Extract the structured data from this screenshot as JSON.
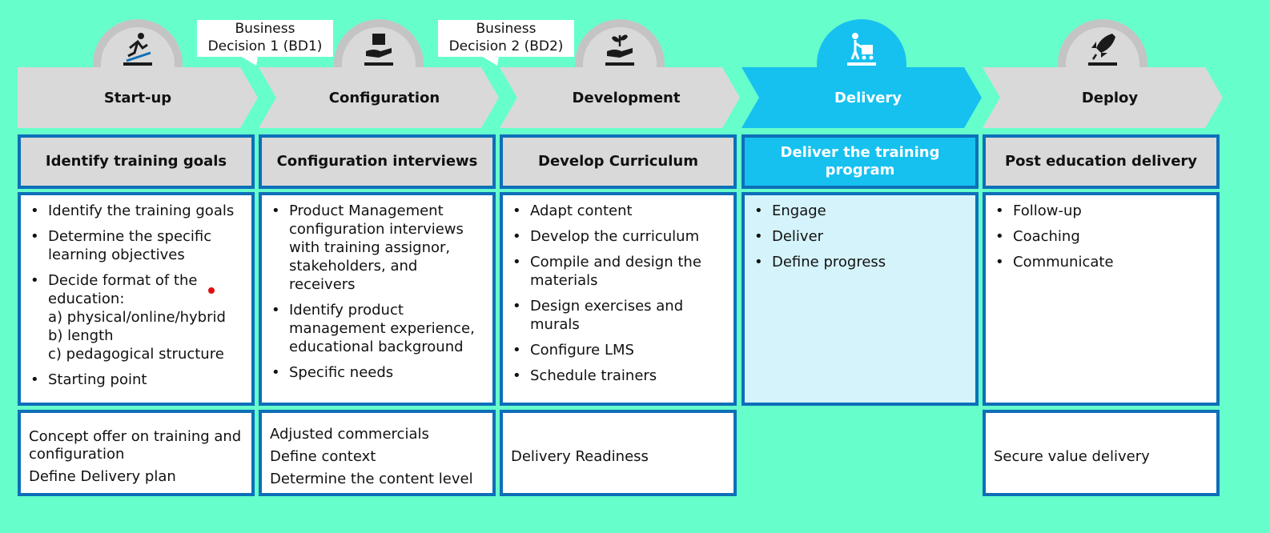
{
  "colors": {
    "background": "#66ffcc",
    "chevron_gray": "#d9d9d9",
    "chevron_active": "#16c1ef",
    "border_blue": "#0d6fb8",
    "active_light": "#d4f3fb",
    "icon_circle_gray": "#c4c4c4",
    "icon_dark": "#1a1a1a"
  },
  "decisions": [
    {
      "line1": "Business",
      "line2": "Decision 1 (BD1)"
    },
    {
      "line1": "Business",
      "line2": "Decision 2 (BD2)"
    }
  ],
  "stages": [
    {
      "label": "Start-up",
      "icon": "runner-upstairs-icon",
      "active": false,
      "heading": "Identify training goals",
      "tasks": [
        {
          "text": "Identify the training goals"
        },
        {
          "text": "Determine the specific learning objectives"
        },
        {
          "text": "Decide format of the education:",
          "sub": [
            "a) physical/online/hybrid",
            "b) length",
            "c) pedagogical structure"
          ]
        },
        {
          "text": "Starting point"
        }
      ],
      "outputs": [
        "Concept offer on training and configuration",
        "Define Delivery plan"
      ]
    },
    {
      "label": "Configuration",
      "icon": "hand-holding-box-icon",
      "active": false,
      "heading": "Configuration interviews",
      "tasks": [
        {
          "text": "Product Management configuration interviews with training assignor, stakeholders, and receivers"
        },
        {
          "text": "Identify product management experience, educational background"
        },
        {
          "text": "Specific needs"
        }
      ],
      "outputs": [
        "Adjusted commercials",
        "Define context",
        "Determine the content level"
      ]
    },
    {
      "label": "Development",
      "icon": "hand-holding-plant-icon",
      "active": false,
      "heading": "Develop Curriculum",
      "tasks": [
        {
          "text": "Adapt content"
        },
        {
          "text": "Develop the curriculum"
        },
        {
          "text": "Compile and design the materials"
        },
        {
          "text": "Design exercises and murals"
        },
        {
          "text": "Configure LMS"
        },
        {
          "text": "Schedule trainers"
        }
      ],
      "outputs": [
        "Delivery Readiness"
      ]
    },
    {
      "label": "Delivery",
      "icon": "person-with-cart-icon",
      "active": true,
      "heading": "Deliver the training program",
      "tasks": [
        {
          "text": "Engage"
        },
        {
          "text": "Deliver"
        },
        {
          "text": "Define progress"
        }
      ],
      "outputs": []
    },
    {
      "label": "Deploy",
      "icon": "rocket-icon",
      "active": false,
      "heading": "Post education delivery",
      "tasks": [
        {
          "text": "Follow-up"
        },
        {
          "text": "Coaching"
        },
        {
          "text": "Communicate"
        }
      ],
      "outputs": [
        "Secure value delivery"
      ]
    }
  ]
}
